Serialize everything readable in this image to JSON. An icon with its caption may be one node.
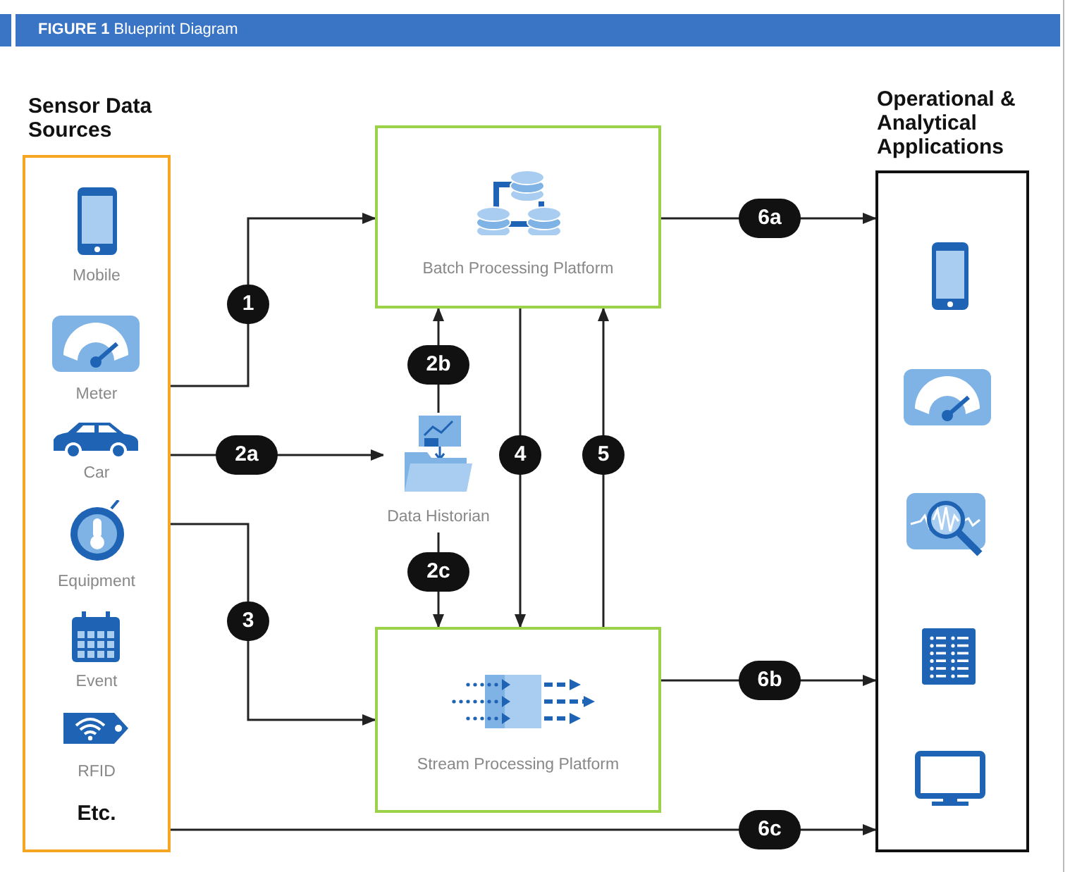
{
  "diagram": {
    "title": "**FIGURE 1** Blueprint Diagram",
    "nodes": [
      {
        "text": [
          "Sensor Data Sources"
        ]
      },
      {
        "text": [
          "Batch Processing Platform"
        ]
      },
      {
        "text": [
          "Data Historian"
        ]
      },
      {
        "text": [
          "Stream Processing Platform"
        ]
      },
      {
        "text": [
          "Operational & Analytical Applications"
        ]
      }
    ],
    "edges": [
      {
        "from": 0,
        "to": 1,
        "arrow": "to",
        "label": "1"
      },
      {
        "from": 0,
        "to": 2,
        "arrow": "to",
        "label": "2a"
      },
      {
        "from": 2,
        "to": 1,
        "arrow": "to",
        "label": "2b"
      },
      {
        "from": 2,
        "to": 3,
        "arrow": "to",
        "label": "2c"
      },
      {
        "from": 0,
        "to": 3,
        "arrow": "to",
        "label": "3"
      },
      {
        "from": 1,
        "to": 3,
        "arrow": "to",
        "label": "4"
      },
      {
        "from": 3,
        "to": 1,
        "arrow": "to",
        "label": "5"
      },
      {
        "from": 1,
        "to": 4,
        "arrow": "to",
        "label": "6a"
      },
      {
        "from": 3,
        "to": 4,
        "arrow": "to",
        "label": "6b"
      },
      {
        "from": 0,
        "to": 4,
        "arrow": "to",
        "label": "6c"
      }
    ],
    "labels": [
      "Mobile",
      "Meter",
      "Car",
      "Equipment",
      "Event",
      "RFID",
      "Etc."
    ]
  }
}
